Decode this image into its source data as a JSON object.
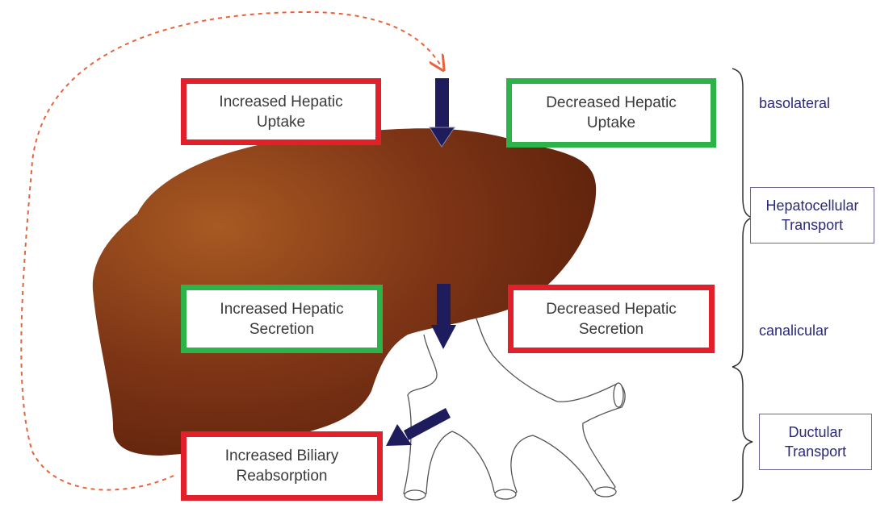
{
  "boxes": {
    "increased_uptake": "Increased Hepatic\nUptake",
    "decreased_uptake": "Decreased Hepatic\nUptake",
    "increased_secretion": "Increased Hepatic\nSecretion",
    "decreased_secretion": "Decreased Hepatic\nSecretion",
    "increased_reabsorption": "Increased Biliary\nReabsorption"
  },
  "labels": {
    "basolateral": "basolateral",
    "canalicular": "canalicular",
    "hepatocellular_transport": "Hepatocellular\nTransport",
    "ductular_transport": "Ductular\nTransport"
  },
  "colors": {
    "increase_border": "#e2202c",
    "decrease_border": "#2db34a",
    "arrow": "#1f1c5e",
    "liver": "#7a3214",
    "recirculation_arrow": "#e8633a"
  }
}
